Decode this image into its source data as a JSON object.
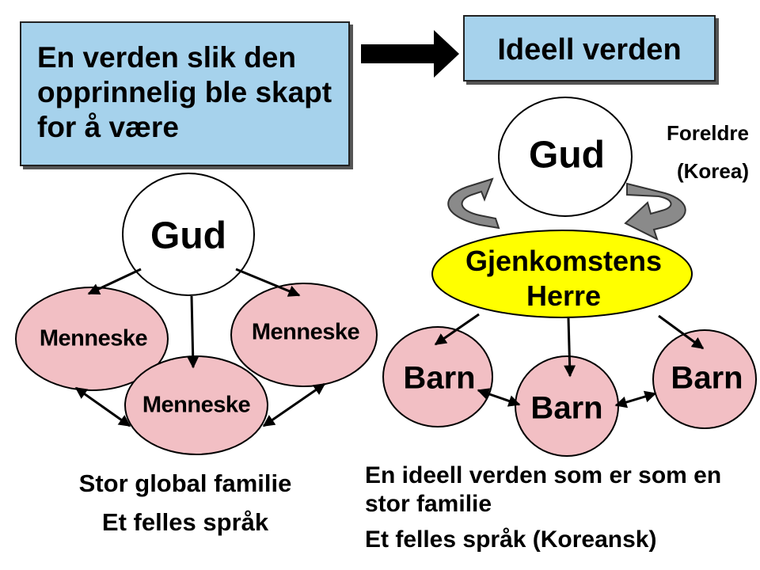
{
  "left": {
    "title": "En verden slik den opprinnelig ble skapt for å være",
    "god": "Gud",
    "humans": [
      "Menneske",
      "Menneske",
      "Menneske"
    ],
    "caption_line1": "Stor global familie",
    "caption_line2": "Et felles språk"
  },
  "right": {
    "title": "Ideell verden",
    "god": "Gud",
    "parents_line1": "Foreldre",
    "parents_line2": "(Korea)",
    "lord_line1": "Gjenkomstens",
    "lord_line2": "Herre",
    "children": [
      "Barn",
      "Barn",
      "Barn"
    ],
    "caption_line1": "En ideell verden som er som en",
    "caption_line2": "stor familie",
    "caption_line3": "Et felles språk  (Koreansk)"
  },
  "colors": {
    "box_fill": "#a6d2ec",
    "human_fill": "#f2bfc4",
    "lord_fill": "#ffff00",
    "god_fill": "#ffffff",
    "cycle_arrow_fill": "#8a8a8a"
  }
}
